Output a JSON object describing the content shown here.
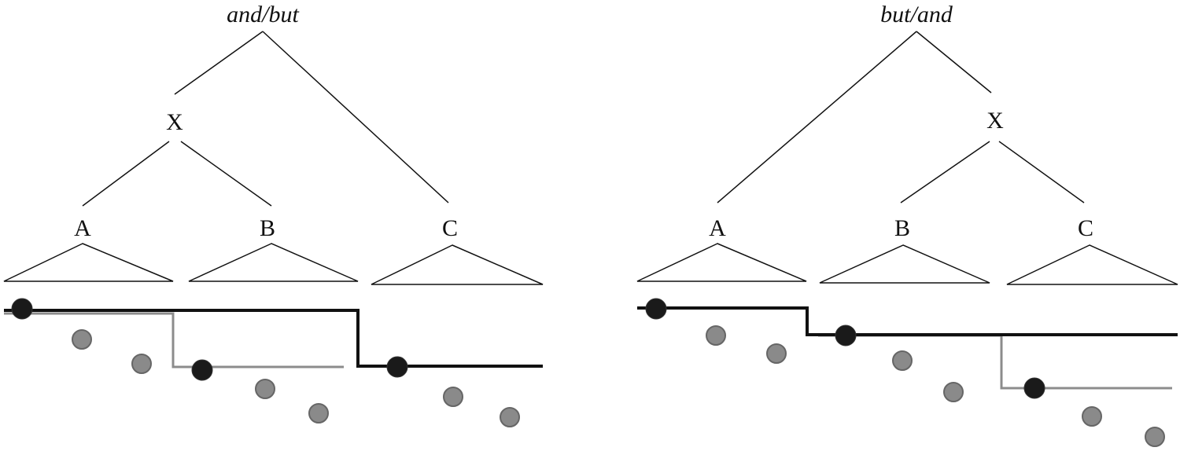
{
  "colors": {
    "line_dark": "#111111",
    "line_gray": "#8c8c8c",
    "dot_dark": "#1a1a1a",
    "dot_gray": "#8a8a8a",
    "dot_gray_stroke": "#666666"
  },
  "panels": [
    {
      "title": "and/but",
      "node_x": "X",
      "leaves": [
        "A",
        "B",
        "C"
      ]
    },
    {
      "title": "but/and",
      "node_x": "X",
      "leaves": [
        "A",
        "B",
        "C"
      ]
    }
  ]
}
